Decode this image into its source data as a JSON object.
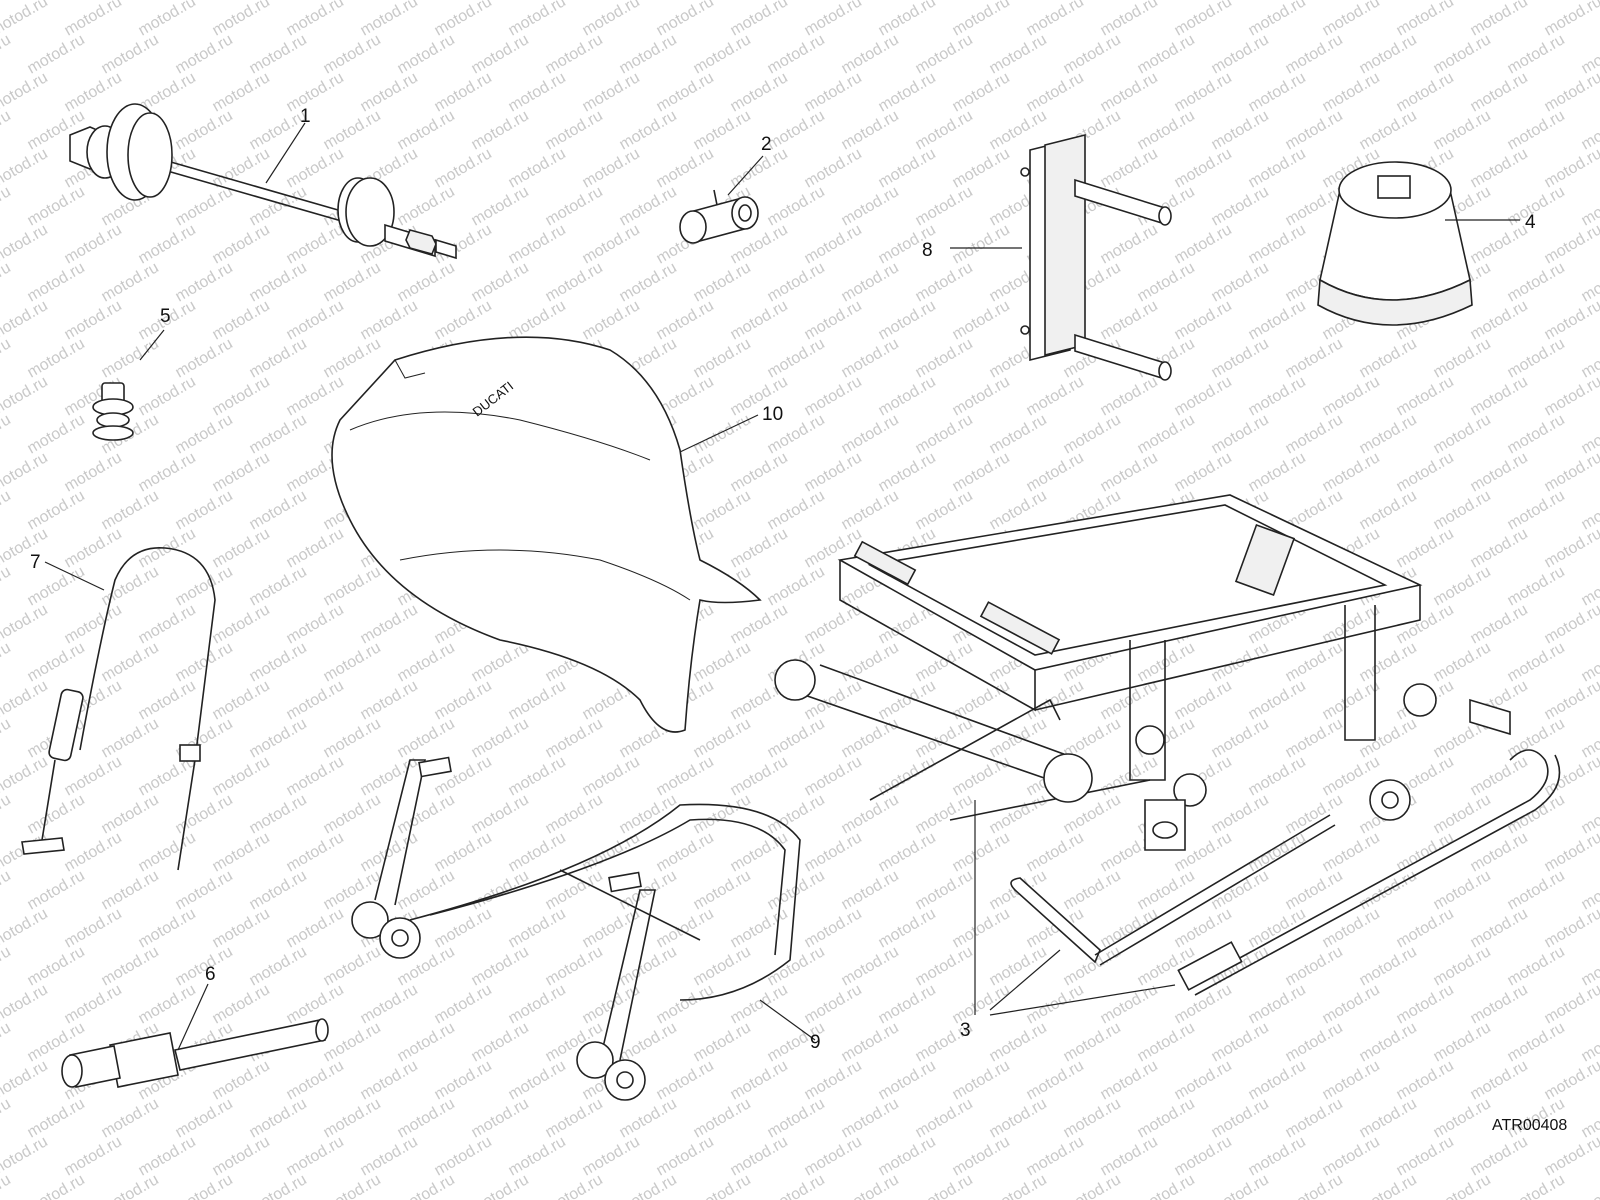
{
  "watermark": {
    "text": "motod.ru"
  },
  "figure_code": "ATR00408",
  "seat_brand": "DUCATI",
  "callouts": [
    {
      "id": "1",
      "label": "1"
    },
    {
      "id": "2",
      "label": "2"
    },
    {
      "id": "3",
      "label": "3"
    },
    {
      "id": "4",
      "label": "4"
    },
    {
      "id": "5",
      "label": "5"
    },
    {
      "id": "6",
      "label": "6"
    },
    {
      "id": "7",
      "label": "7"
    },
    {
      "id": "8",
      "label": "8"
    },
    {
      "id": "9",
      "label": "9"
    },
    {
      "id": "10",
      "label": "10"
    }
  ]
}
